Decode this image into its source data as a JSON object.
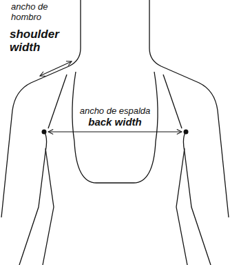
{
  "diagram": {
    "labels": [
      "ancho de hombro",
      "shoulder width",
      "ancho de espalda",
      "back width"
    ]
  }
}
